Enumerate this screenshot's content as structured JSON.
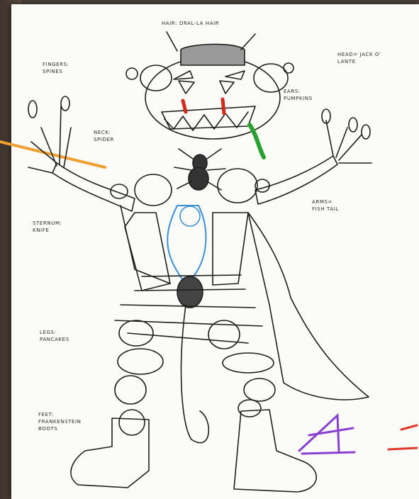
{
  "labels": {
    "hair": "HAIR: DRAL-LA HAIR",
    "fingers": "FINGERS:\nSPINES",
    "head": "HEAD= JACK O'\nLANTE",
    "ears": "EARS:\nPUMPKINS",
    "neck": "NECK:\nSPIDER",
    "arms": "ARMS=\nFISH TAIL",
    "sternum": "STERNUM:\nKNIFE",
    "legs": "LEGS:\nPANCAKES",
    "feet": "FEET:\nFRANKENSTEIN\nBOOTS"
  },
  "colors": {
    "background": "#4b3f38",
    "paper": "#fbfbf8",
    "ink": "#1e1e1e",
    "pointer": "#f0a030",
    "red": "#d42a1e",
    "green": "#2aa12e",
    "blue": "#3c8ed6",
    "purple": "#8a3fd0",
    "mark_red": "#e0392a"
  },
  "icons": [
    "orange-pointer-line",
    "purple-signature-mark"
  ]
}
